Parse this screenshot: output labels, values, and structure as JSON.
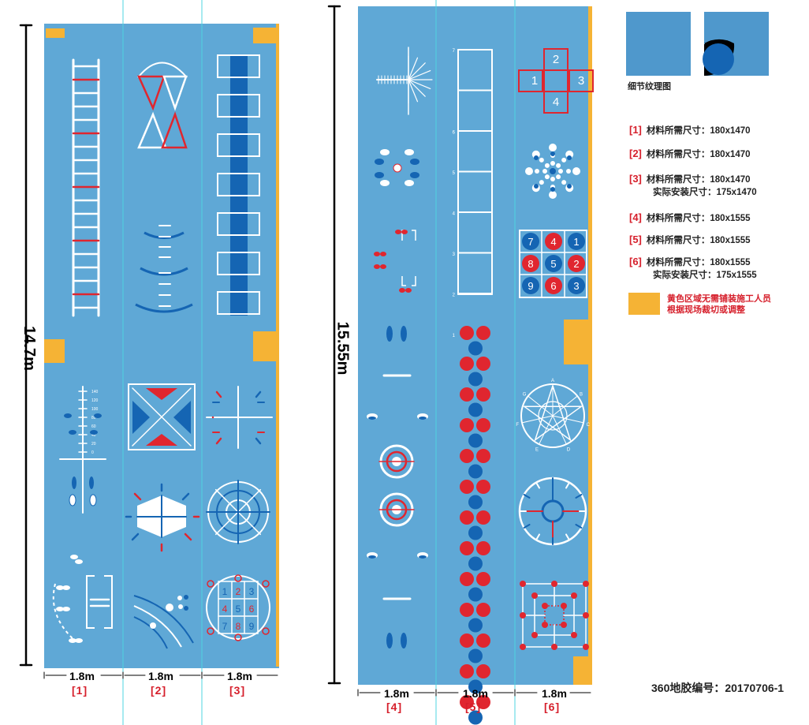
{
  "panel_a": {
    "height_label": "14.7m",
    "widths": [
      "1.8m",
      "1.8m",
      "1.8m"
    ],
    "indices": [
      "[1]",
      "[2]",
      "[3]"
    ],
    "ladder_numbers": [
      "140",
      "120",
      "100",
      "80",
      "60",
      "40",
      "20",
      "0"
    ],
    "grid_numbers": [
      "1",
      "2",
      "3",
      "4",
      "5",
      "6",
      "7",
      "8",
      "9"
    ]
  },
  "panel_b": {
    "height_label": "15.55m",
    "widths": [
      "1.8m",
      "1.8m",
      "1.8m"
    ],
    "indices": [
      "[4]",
      "[5]",
      "[6]"
    ],
    "ladder_numbers": [
      "7",
      "6",
      "5",
      "4",
      "3",
      "2",
      "1"
    ],
    "hopscotch_numbers": [
      "2",
      "1",
      "3",
      "4"
    ],
    "circle_grid_numbers": [
      "7",
      "4",
      "1",
      "8",
      "5",
      "2",
      "9",
      "6",
      "3"
    ],
    "star_letters": [
      "A",
      "B",
      "C",
      "D",
      "E",
      "F",
      "G"
    ]
  },
  "texture": {
    "caption": "细节纹理图"
  },
  "legend": [
    {
      "num": "[1]",
      "lines": [
        "材料所需尺寸：180x1470"
      ]
    },
    {
      "num": "[2]",
      "lines": [
        "材料所需尺寸：180x1470"
      ]
    },
    {
      "num": "[3]",
      "lines": [
        "材料所需尺寸：180x1470",
        "实际安装尺寸：175x1470"
      ]
    },
    {
      "num": "[4]",
      "lines": [
        "材料所需尺寸：180x1555"
      ]
    },
    {
      "num": "[5]",
      "lines": [
        "材料所需尺寸：180x1555"
      ]
    },
    {
      "num": "[6]",
      "lines": [
        "材料所需尺寸：180x1555",
        "实际安装尺寸：175x1555"
      ]
    }
  ],
  "note": {
    "line1": "黄色区域无需铺装施工人员",
    "line2": "根据现场裁切或调整"
  },
  "code": "360地胶编号：20170706-1",
  "colors": {
    "mat": "#5fa8d6",
    "white": "#ffffff",
    "red": "#e0262f",
    "blue": "#1565b3",
    "yellow": "#f5b335"
  }
}
